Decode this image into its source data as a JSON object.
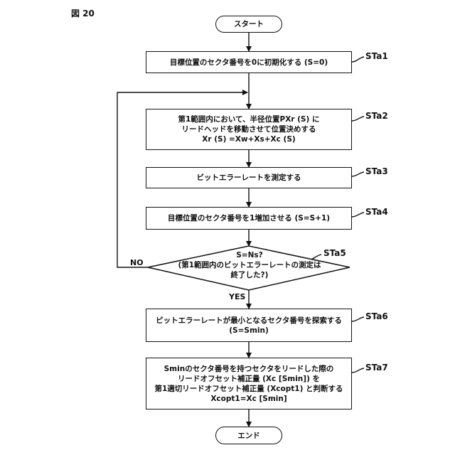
{
  "figure_label": "図 20",
  "start": "スタート",
  "end": "エンド",
  "steps": {
    "sta1": {
      "id": "STa1",
      "lines": [
        "目標位置のセクタ番号を0に初期化する (S=0)"
      ]
    },
    "sta2": {
      "id": "STa2",
      "lines": [
        "第1範囲内において、半径位置PXr (S) に",
        "リードヘッドを移動させて位置決めする",
        "Xr (S) =Xw+Xs+Xc (S)"
      ]
    },
    "sta3": {
      "id": "STa3",
      "lines": [
        "ビットエラーレートを測定する"
      ]
    },
    "sta4": {
      "id": "STa4",
      "lines": [
        "目標位置のセクタ番号を1増加させる (S=S+1)"
      ]
    },
    "sta5": {
      "id": "STa5",
      "lines": [
        "S=Ns?",
        "(第1範囲内のビットエラーレートの測定は",
        "終了した?)"
      ]
    },
    "sta6": {
      "id": "STa6",
      "lines": [
        "ビットエラーレートが最小となるセクタ番号を探索する",
        "(S=Smin)"
      ]
    },
    "sta7": {
      "id": "STa7",
      "lines": [
        "Sminのセクタ番号を持つセクタをリードした際の",
        "リードオフセット補正量 (Xc [Smin]) を",
        "第1適切リードオフセット補正量 (Xcopt1) と判断する",
        "Xcopt1=Xc [Smin]"
      ]
    }
  },
  "branch_labels": {
    "no": "NO",
    "yes": "YES"
  }
}
